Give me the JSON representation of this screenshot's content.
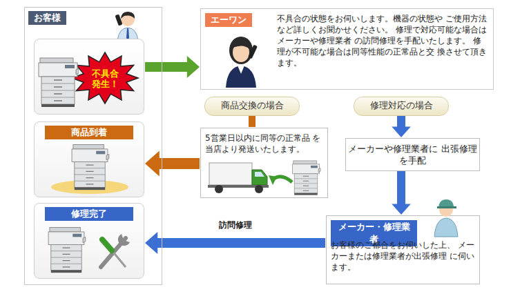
{
  "diagram": {
    "nodes": [
      {
        "text": [
          "お客様"
        ]
      },
      {
        "text": [
          "不具合 発生！"
        ],
        "in": 0
      },
      {
        "text": [
          "商品到着"
        ],
        "in": 0
      },
      {
        "text": [
          "修理完了"
        ],
        "in": 0
      },
      {
        "text": [
          "エーワン",
          "不具合の状態をお伺いします。機器の状態や ご使用方法など詳しくお聞かせください。 修理で対応可能な場合はメーカーや修理業者 の訪問修理を手配いたします。 修理が不可能な場合は同等性能の正常品と交 換させて頂きます。"
        ]
      },
      {
        "text": [
          "商品交換の場合"
        ]
      },
      {
        "text": [
          "修理対応の場合"
        ]
      },
      {
        "text": [
          "5営業日以内に同等の正常品 を当店より発送いたします。"
        ]
      },
      {
        "text": [
          "メーカーや修理業者に 出張修理を手配"
        ]
      },
      {
        "text": [
          "メーカー・修理業者",
          "お客様のご都合をお伺いした上、 メーカーまたは修理業者が出張修理 に伺います。"
        ]
      }
    ],
    "edges": [
      {
        "from": 1,
        "to": 4,
        "arrow": "to"
      },
      {
        "from": 5,
        "to": 7,
        "arrow": "none"
      },
      {
        "from": 7,
        "to": 2,
        "arrow": "to"
      },
      {
        "from": 6,
        "to": 8,
        "arrow": "to"
      },
      {
        "from": 8,
        "to": 9,
        "arrow": "to"
      },
      {
        "from": 9,
        "to": 3,
        "label": "訪問修理",
        "arrow": "to"
      }
    ]
  }
}
